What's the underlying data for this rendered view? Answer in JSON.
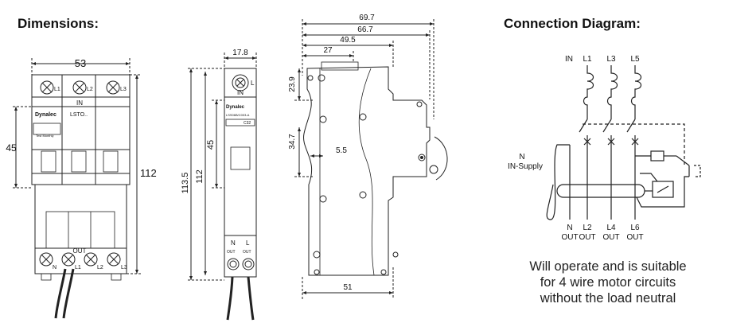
{
  "headings": {
    "dimensions": "Dimensions:",
    "connection": "Connection Diagram:"
  },
  "front_view": {
    "width_dim": "53",
    "height_dim": "112",
    "side_dim": "45",
    "terminals_top": [
      "L1",
      "L2",
      "L3"
    ],
    "in_label": "IN",
    "brand": "Dynalec",
    "model": "LSTO..",
    "tag": "Test Monthly",
    "out_label": "OUT",
    "terminals_bottom": [
      "N",
      "L1",
      "L2",
      "L3"
    ]
  },
  "narrow_view": {
    "width_dim": "17.8",
    "height_total": "113.5",
    "height_body": "112",
    "height_mid": "45",
    "brand": "Dynalec",
    "model": "LSS06B/C003-A",
    "rating": "C32",
    "top_terminal": "L",
    "in_label": "IN",
    "bottom_n": "N",
    "bottom_l": "L",
    "out_label": "OUT"
  },
  "side_view": {
    "dim_total": "69.7",
    "dim_2": "66.7",
    "dim_3": "49.5",
    "dim_top": "27",
    "dim_left_top": "23.9",
    "dim_left_mid": "34.7",
    "dim_inner": "5.5",
    "dim_bottom": "51"
  },
  "connection": {
    "in_label": "IN",
    "line_labels": [
      "L1",
      "L3",
      "L5"
    ],
    "supply_label": "N",
    "supply_sub": "IN-Supply",
    "out_labels": [
      "N",
      "L2",
      "L4",
      "L6"
    ],
    "out_word": "OUT"
  },
  "caption": [
    "Will operate and is suitable",
    "for 4 wire motor circuits",
    "without the load neutral"
  ]
}
